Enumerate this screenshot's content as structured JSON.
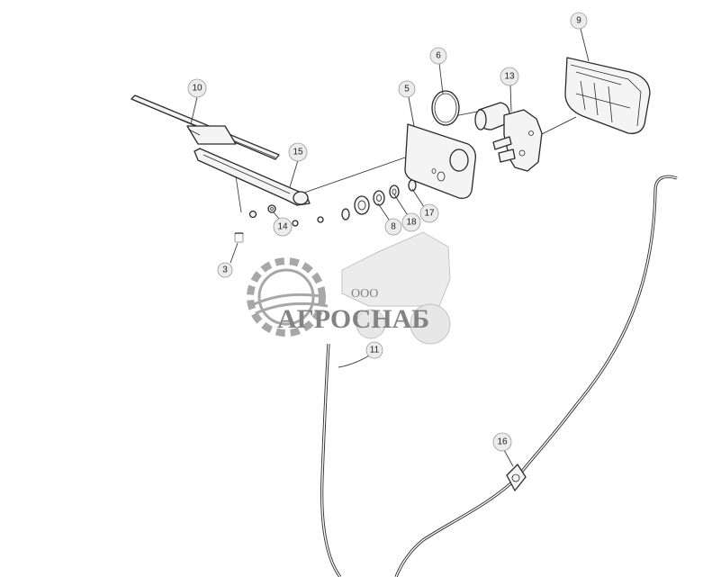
{
  "diagram": {
    "callouts": {
      "c3": "3",
      "c5": "5",
      "c6": "6",
      "c8": "8",
      "c9": "9",
      "c10": "10",
      "c11": "11",
      "c13": "13",
      "c14": "14",
      "c15": "15",
      "c16": "16",
      "c17": "17",
      "c18": "18"
    }
  },
  "watermark": {
    "prefix": "ООО",
    "company": "АГРОСНАБ"
  }
}
